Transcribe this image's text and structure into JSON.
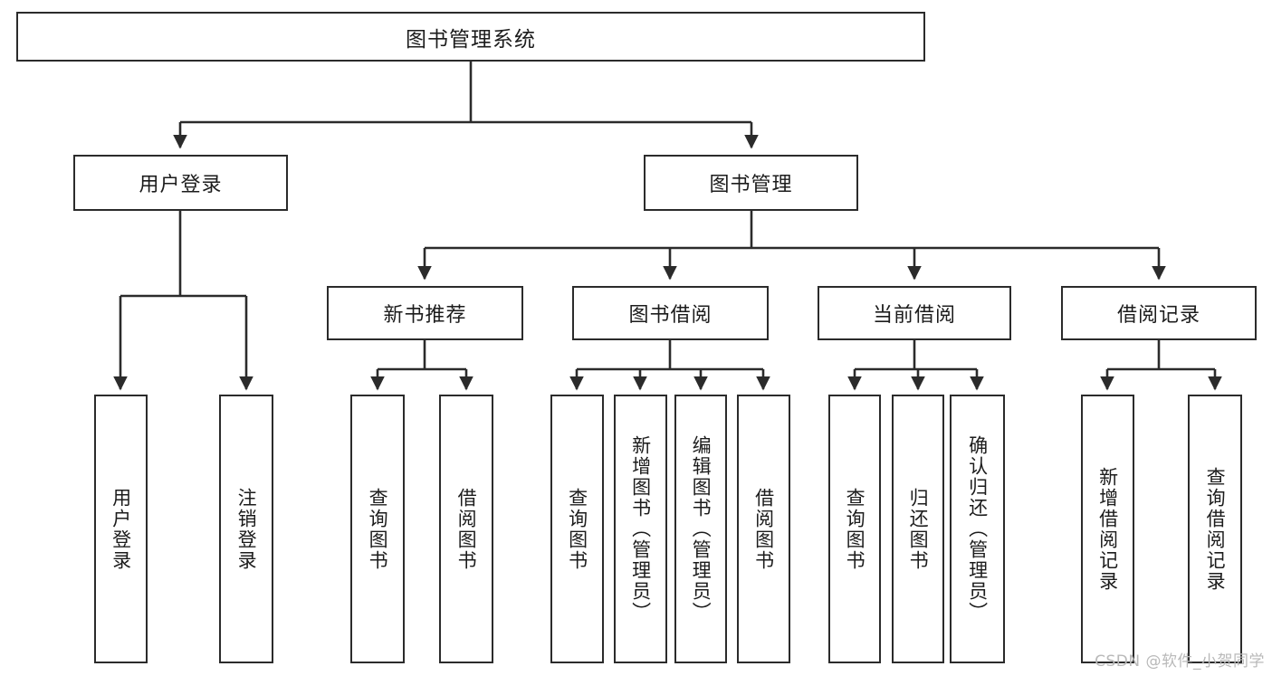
{
  "diagram": {
    "type": "tree-hierarchy-chart",
    "title": "图书管理系统",
    "watermark": "CSDN @软件_小贺同学",
    "colors": {
      "stroke": "#2b2b2b",
      "fill": "#ffffff",
      "text": "#1c1c1c",
      "watermark": "#b9b9b9"
    },
    "levels": {
      "root": {
        "label": "图书管理系统"
      },
      "level2": [
        {
          "label": "用户登录"
        },
        {
          "label": "图书管理"
        }
      ],
      "level3": [
        {
          "label": "新书推荐"
        },
        {
          "label": "图书借阅"
        },
        {
          "label": "当前借阅"
        },
        {
          "label": "借阅记录"
        }
      ],
      "leaves": [
        {
          "label": "用户登录",
          "parent": "用户登录"
        },
        {
          "label": "注销登录",
          "parent": "用户登录"
        },
        {
          "label": "查询图书",
          "parent": "新书推荐"
        },
        {
          "label": "借阅图书",
          "parent": "新书推荐"
        },
        {
          "label": "查询图书",
          "parent": "图书借阅"
        },
        {
          "label": "新增图书（管理员）",
          "parent": "图书借阅"
        },
        {
          "label": "编辑图书（管理员）",
          "parent": "图书借阅"
        },
        {
          "label": "借阅图书",
          "parent": "图书借阅"
        },
        {
          "label": "查询图书",
          "parent": "当前借阅"
        },
        {
          "label": "归还图书",
          "parent": "当前借阅"
        },
        {
          "label": "确认归还（管理员）",
          "parent": "当前借阅"
        },
        {
          "label": "新增借阅记录",
          "parent": "借阅记录"
        },
        {
          "label": "查询借阅记录",
          "parent": "借阅记录"
        }
      ]
    }
  }
}
